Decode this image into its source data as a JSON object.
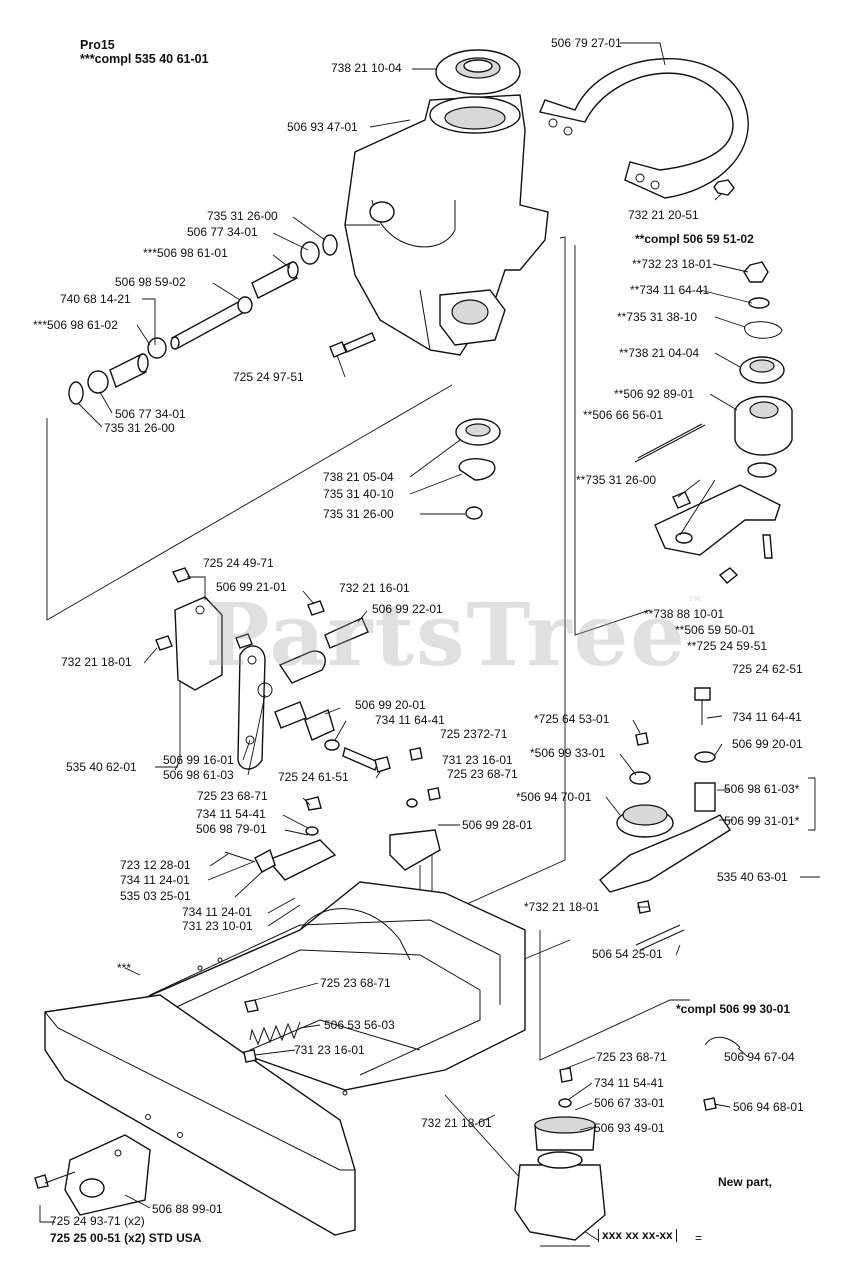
{
  "header": {
    "model": "Pro15",
    "assembly": "***compl 535 40 61-01"
  },
  "watermark": {
    "text": "PartsTree",
    "mark": "™"
  },
  "labels": [
    "738 21 10-04",
    "506 79 27-01",
    "506 93 47-01",
    "732 21 20-51",
    "735 31 26-00",
    "506 77 34-01",
    "***506 98 61-01",
    "506 98 59-02",
    "740 68 14-21",
    "***506 98 61-02",
    "506 77 34-01",
    "735 31 26-00",
    "**compl 506 59 51-02",
    "**732 23 18-01",
    "**734 11 64-41",
    "**735 31 38-10",
    "**738 21 04-04",
    "**506 92 89-01",
    "**506 66 56-01",
    "**735 31 26-00",
    "725 24 97-51",
    "738 21 05-04",
    "735 31 40-10",
    "735 31 26-00",
    "725 24 49-71",
    "506 99 21-01",
    "732 21 16-01",
    "506 99 22-01",
    "732 21 18-01",
    "**738 88 10-01",
    "**506 59 50-01",
    "**725 24 59-51",
    "725 24 62-51",
    "506 99 20-01",
    "734 11 64-41",
    "*725 64 53-01",
    "734 11 64-41",
    "725 2372-71",
    "506 99 20-01",
    "535 40 62-01",
    "506 99 16-01",
    "506 98 61-03",
    "725 24 61-51",
    "731 23 16-01",
    "725 23 68-71",
    "*506 99 33-01",
    "725 23 68-71",
    "506 98 61-03*",
    "*506 94 70-01",
    "506 99 31-01*",
    "734 11 54-41",
    "506 98 79-01",
    "506 99 28-01",
    "723 12 28-01",
    "734 11 24-01",
    "535 03 25-01",
    "535 40 63-01",
    "734 11 24-01",
    "731 23 10-01",
    "*732 21 18-01",
    "***",
    "506 54 25-01",
    "725 23 68-71",
    "506 53 56-03",
    "*compl 506 99 30-01",
    "731 23 16-01",
    "725 23 68-71",
    "506 94 67-04",
    "734 11 54-41",
    "732 21 18-01",
    "506 67 33-01",
    "506 94 68-01",
    "506 93 49-01",
    "New part,",
    "725 24 93-71 (x2)",
    "506 88 99-01",
    "725 25 00-51 (x2) STD USA"
  ],
  "legend": {
    "placeholder": "xxx xx xx-xx",
    "suffix": "="
  }
}
